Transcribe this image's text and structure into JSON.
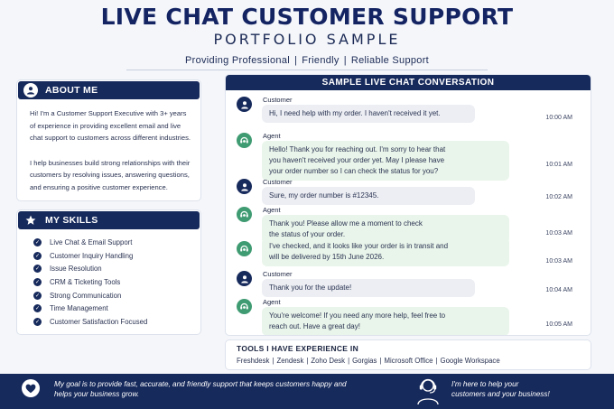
{
  "header": {
    "title": "LIVE CHAT CUSTOMER SUPPORT",
    "subtitle": "PORTFOLIO SAMPLE",
    "tagline": [
      "Providing Professional",
      "Friendly",
      "Reliable Support"
    ],
    "tagline_separator": "|"
  },
  "about": {
    "heading": "ABOUT ME",
    "icon": "user-icon",
    "paragraphs": [
      "Hi! I'm a Customer Support Executive with 3+ years of experience in providing excellent email and live chat support to customers across different industries.",
      "I help businesses build strong relationships with their customers by resolving issues, answering questions, and ensuring a positive customer experience."
    ]
  },
  "skills": {
    "heading": "MY SKILLS",
    "icon": "star-icon",
    "check_icon": "check-icon",
    "items": [
      "Live Chat & Email Support",
      "Customer Inquiry Handling",
      "Issue Resolution",
      "CRM & Ticketing Tools",
      "Strong Communication",
      "Time Management",
      "Customer Satisfaction Focused"
    ]
  },
  "chat": {
    "heading": "SAMPLE LIVE CHAT CONVERSATION",
    "messages": [
      {
        "role": "customer",
        "sender": "Customer",
        "lines": [
          "Hi, I need help with my order. I haven't received it yet."
        ],
        "time": "10:00 AM"
      },
      {
        "role": "agent",
        "sender": "Agent",
        "lines": [
          "Hello! Thank you for reaching out. I'm sorry to hear that",
          "you haven't received your order yet. May I please have",
          "your order number so I can check the status for you?"
        ],
        "time": "10:01 AM"
      },
      {
        "role": "customer",
        "sender": "Customer",
        "lines": [
          "Sure, my order number is #12345."
        ],
        "time": "10:02 AM"
      },
      {
        "role": "agent",
        "sender": "Agent",
        "lines": [
          "Thank you! Please allow me a moment to check",
          "the status of your order."
        ],
        "time": "10:03 AM"
      },
      {
        "role": "agent",
        "sender": "",
        "lines": [
          "I've checked, and it looks like your order is in transit and",
          "will be delivered by 15th June 2026."
        ],
        "time": "10:03 AM"
      },
      {
        "role": "customer",
        "sender": "Customer",
        "lines": [
          "Thank you for the update!"
        ],
        "time": "10:04 AM"
      },
      {
        "role": "agent",
        "sender": "Agent",
        "lines": [
          "You're welcome! If you need any more help, feel free to",
          "reach out. Have a great day!"
        ],
        "time": "10:05 AM"
      }
    ]
  },
  "tools": {
    "heading": "TOOLS I HAVE EXPERIENCE IN",
    "separator": "|",
    "items": [
      "Freshdesk",
      "Zendesk",
      "Zoho Desk",
      "Gorgias",
      "Microsoft Office",
      "Google Workspace"
    ]
  },
  "footer": {
    "goal_lines": [
      "My goal is to provide fast, accurate, and friendly support that keeps customers happy and",
      "helps your business grow."
    ],
    "help_lines": [
      "I'm here to help your",
      "customers and your business!"
    ],
    "heart_icon": "heart-icon",
    "agent_icon": "headset-agent-icon"
  },
  "colors": {
    "navy": "#172a5c",
    "agent_green": "#3f9b72",
    "agent_bubble": "#e9f5ea",
    "customer_bubble": "#eceef3"
  }
}
